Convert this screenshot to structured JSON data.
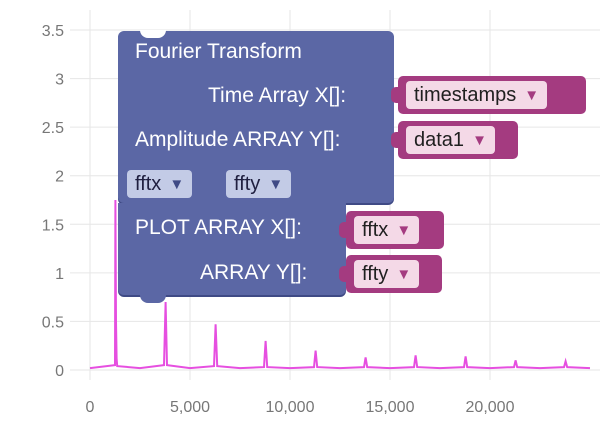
{
  "chart_data": {
    "type": "line",
    "x_ticks": [
      "0",
      "5,000",
      "10,000",
      "15,000",
      "20,000"
    ],
    "y_ticks": [
      "0",
      "0.5",
      "1",
      "1.5",
      "2",
      "2.5",
      "3",
      "3.5"
    ],
    "xlim": [
      0,
      25000
    ],
    "ylim": [
      0,
      3.5
    ],
    "grid": true,
    "series": [
      {
        "x": [
          0,
          1250,
          1270,
          1300,
          1330,
          1360,
          2500,
          3700,
          3780,
          3850,
          5000,
          6200,
          6280,
          6360,
          7500,
          8700,
          8780,
          8860,
          10000,
          11200,
          11280,
          11360,
          12500,
          13700,
          13780,
          13860,
          15000,
          16200,
          16280,
          16360,
          17500,
          18700,
          18780,
          18860,
          20000,
          21200,
          21280,
          21360,
          22500,
          23700,
          23780,
          23860,
          25000
        ],
        "y": [
          0.02,
          0.05,
          1.75,
          0.5,
          0.12,
          0.04,
          0.02,
          0.05,
          0.7,
          0.05,
          0.02,
          0.04,
          0.47,
          0.04,
          0.02,
          0.03,
          0.3,
          0.03,
          0.02,
          0.03,
          0.2,
          0.03,
          0.02,
          0.03,
          0.13,
          0.03,
          0.02,
          0.03,
          0.15,
          0.03,
          0.02,
          0.03,
          0.14,
          0.03,
          0.02,
          0.03,
          0.1,
          0.03,
          0.02,
          0.03,
          0.09,
          0.03,
          0.02
        ]
      }
    ]
  },
  "block": {
    "title": "Fourier Transform",
    "time_label": "Time Array X[]:",
    "time_value": "timestamps",
    "amp_label": "Amplitude ARRAY Y[]:",
    "amp_value": "data1",
    "out_x": "fftx",
    "out_y": "ffty"
  },
  "plot_block": {
    "x_label": "PLOT ARRAY X[]:",
    "x_value": "fftx",
    "y_label": "ARRAY Y[]:",
    "y_value": "ffty"
  },
  "colors": {
    "line": "#e64fe0",
    "grid": "#e6e6e6",
    "block": "#5b67a5",
    "socket": "#a43b80"
  },
  "icons": {
    "dropdown": "▼"
  }
}
